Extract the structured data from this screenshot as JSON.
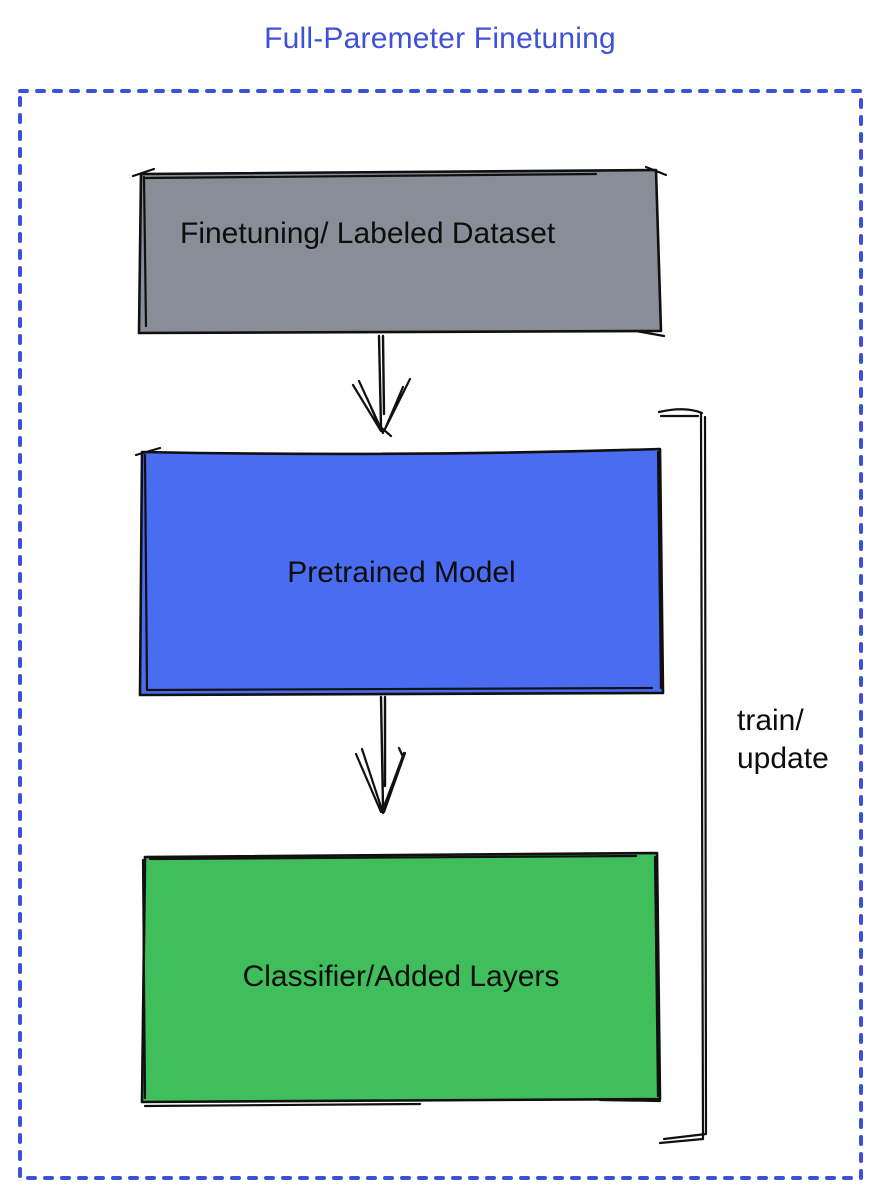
{
  "title": "Full-Paremeter Finetuning",
  "boxes": [
    {
      "name": "finetuning-dataset",
      "label": "Finetuning/ Labeled Dataset",
      "fill": "#878E97"
    },
    {
      "name": "pretrained-model",
      "label": "Pretrained Model",
      "fill": "#4A6CF0"
    },
    {
      "name": "classifier-added-layers",
      "label": "Classifier/Added Layers",
      "fill": "#3FBE5B"
    }
  ],
  "bracket": {
    "line1": "train/",
    "line2": "update"
  },
  "colors": {
    "title_text": "#3F51D6",
    "dotted_border": "#3B51DB",
    "ink": "#101010",
    "label_text": "#0D0D0D"
  }
}
